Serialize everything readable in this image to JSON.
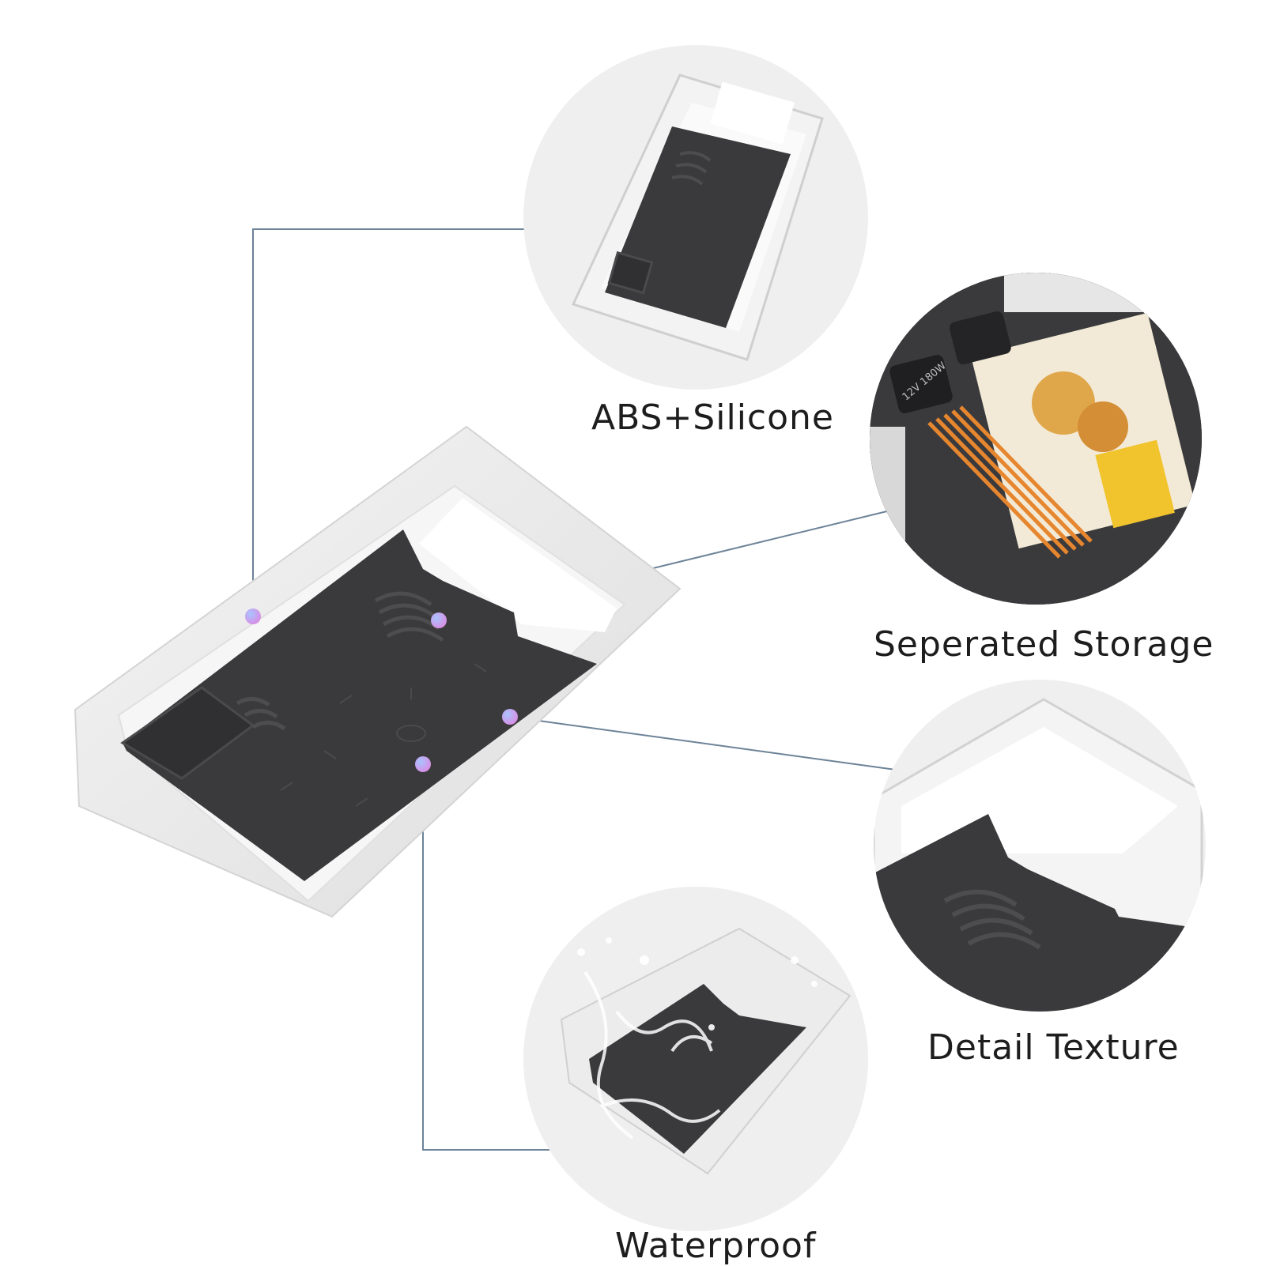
{
  "features": [
    {
      "id": "abs-silicone",
      "label": "ABS+Silicone"
    },
    {
      "id": "separated-storage",
      "label": "Seperated Storage"
    },
    {
      "id": "detail-texture",
      "label": "Detail Texture"
    },
    {
      "id": "waterproof",
      "label": "Waterproof"
    }
  ],
  "storage_inset": {
    "socket_label": "12V 180W"
  },
  "colors": {
    "tray_shell": "#e9e9e9",
    "silicone_mat": "#3a3a3c",
    "callout_line": "#6d8398",
    "dot_start": "#9db6ff",
    "dot_end": "#d58de6",
    "circle_bg": "#efefef",
    "label_text": "#1d1d1d"
  }
}
